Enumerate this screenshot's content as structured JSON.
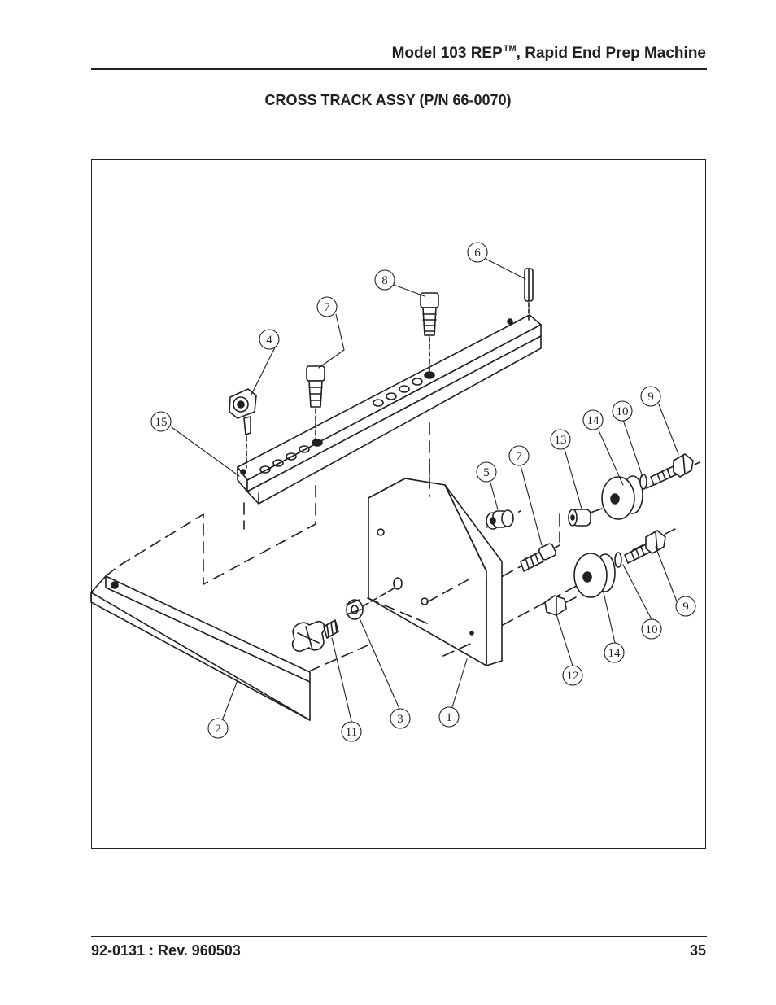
{
  "header": {
    "title_main": "Model 103 REP",
    "title_sup": "TM",
    "title_rest": ", Rapid End Prep Machine"
  },
  "document": {
    "title": "CROSS TRACK ASSY (P/N 66-0070)"
  },
  "diagram": {
    "callouts": [
      {
        "id": "c6",
        "label": "6"
      },
      {
        "id": "c8",
        "label": "8"
      },
      {
        "id": "c7a",
        "label": "7"
      },
      {
        "id": "c4",
        "label": "4"
      },
      {
        "id": "c15",
        "label": "15"
      },
      {
        "id": "c9a",
        "label": "9"
      },
      {
        "id": "c10a",
        "label": "10"
      },
      {
        "id": "c14a",
        "label": "14"
      },
      {
        "id": "c13",
        "label": "13"
      },
      {
        "id": "c7b",
        "label": "7"
      },
      {
        "id": "c5",
        "label": "5"
      },
      {
        "id": "c9b",
        "label": "9"
      },
      {
        "id": "c10b",
        "label": "10"
      },
      {
        "id": "c14b",
        "label": "14"
      },
      {
        "id": "c12",
        "label": "12"
      },
      {
        "id": "c1",
        "label": "1"
      },
      {
        "id": "c3",
        "label": "3"
      },
      {
        "id": "c11",
        "label": "11"
      },
      {
        "id": "c2",
        "label": "2"
      }
    ]
  },
  "footer": {
    "doc_number": "92-0131 : Rev. 960503",
    "page_number": "35"
  }
}
